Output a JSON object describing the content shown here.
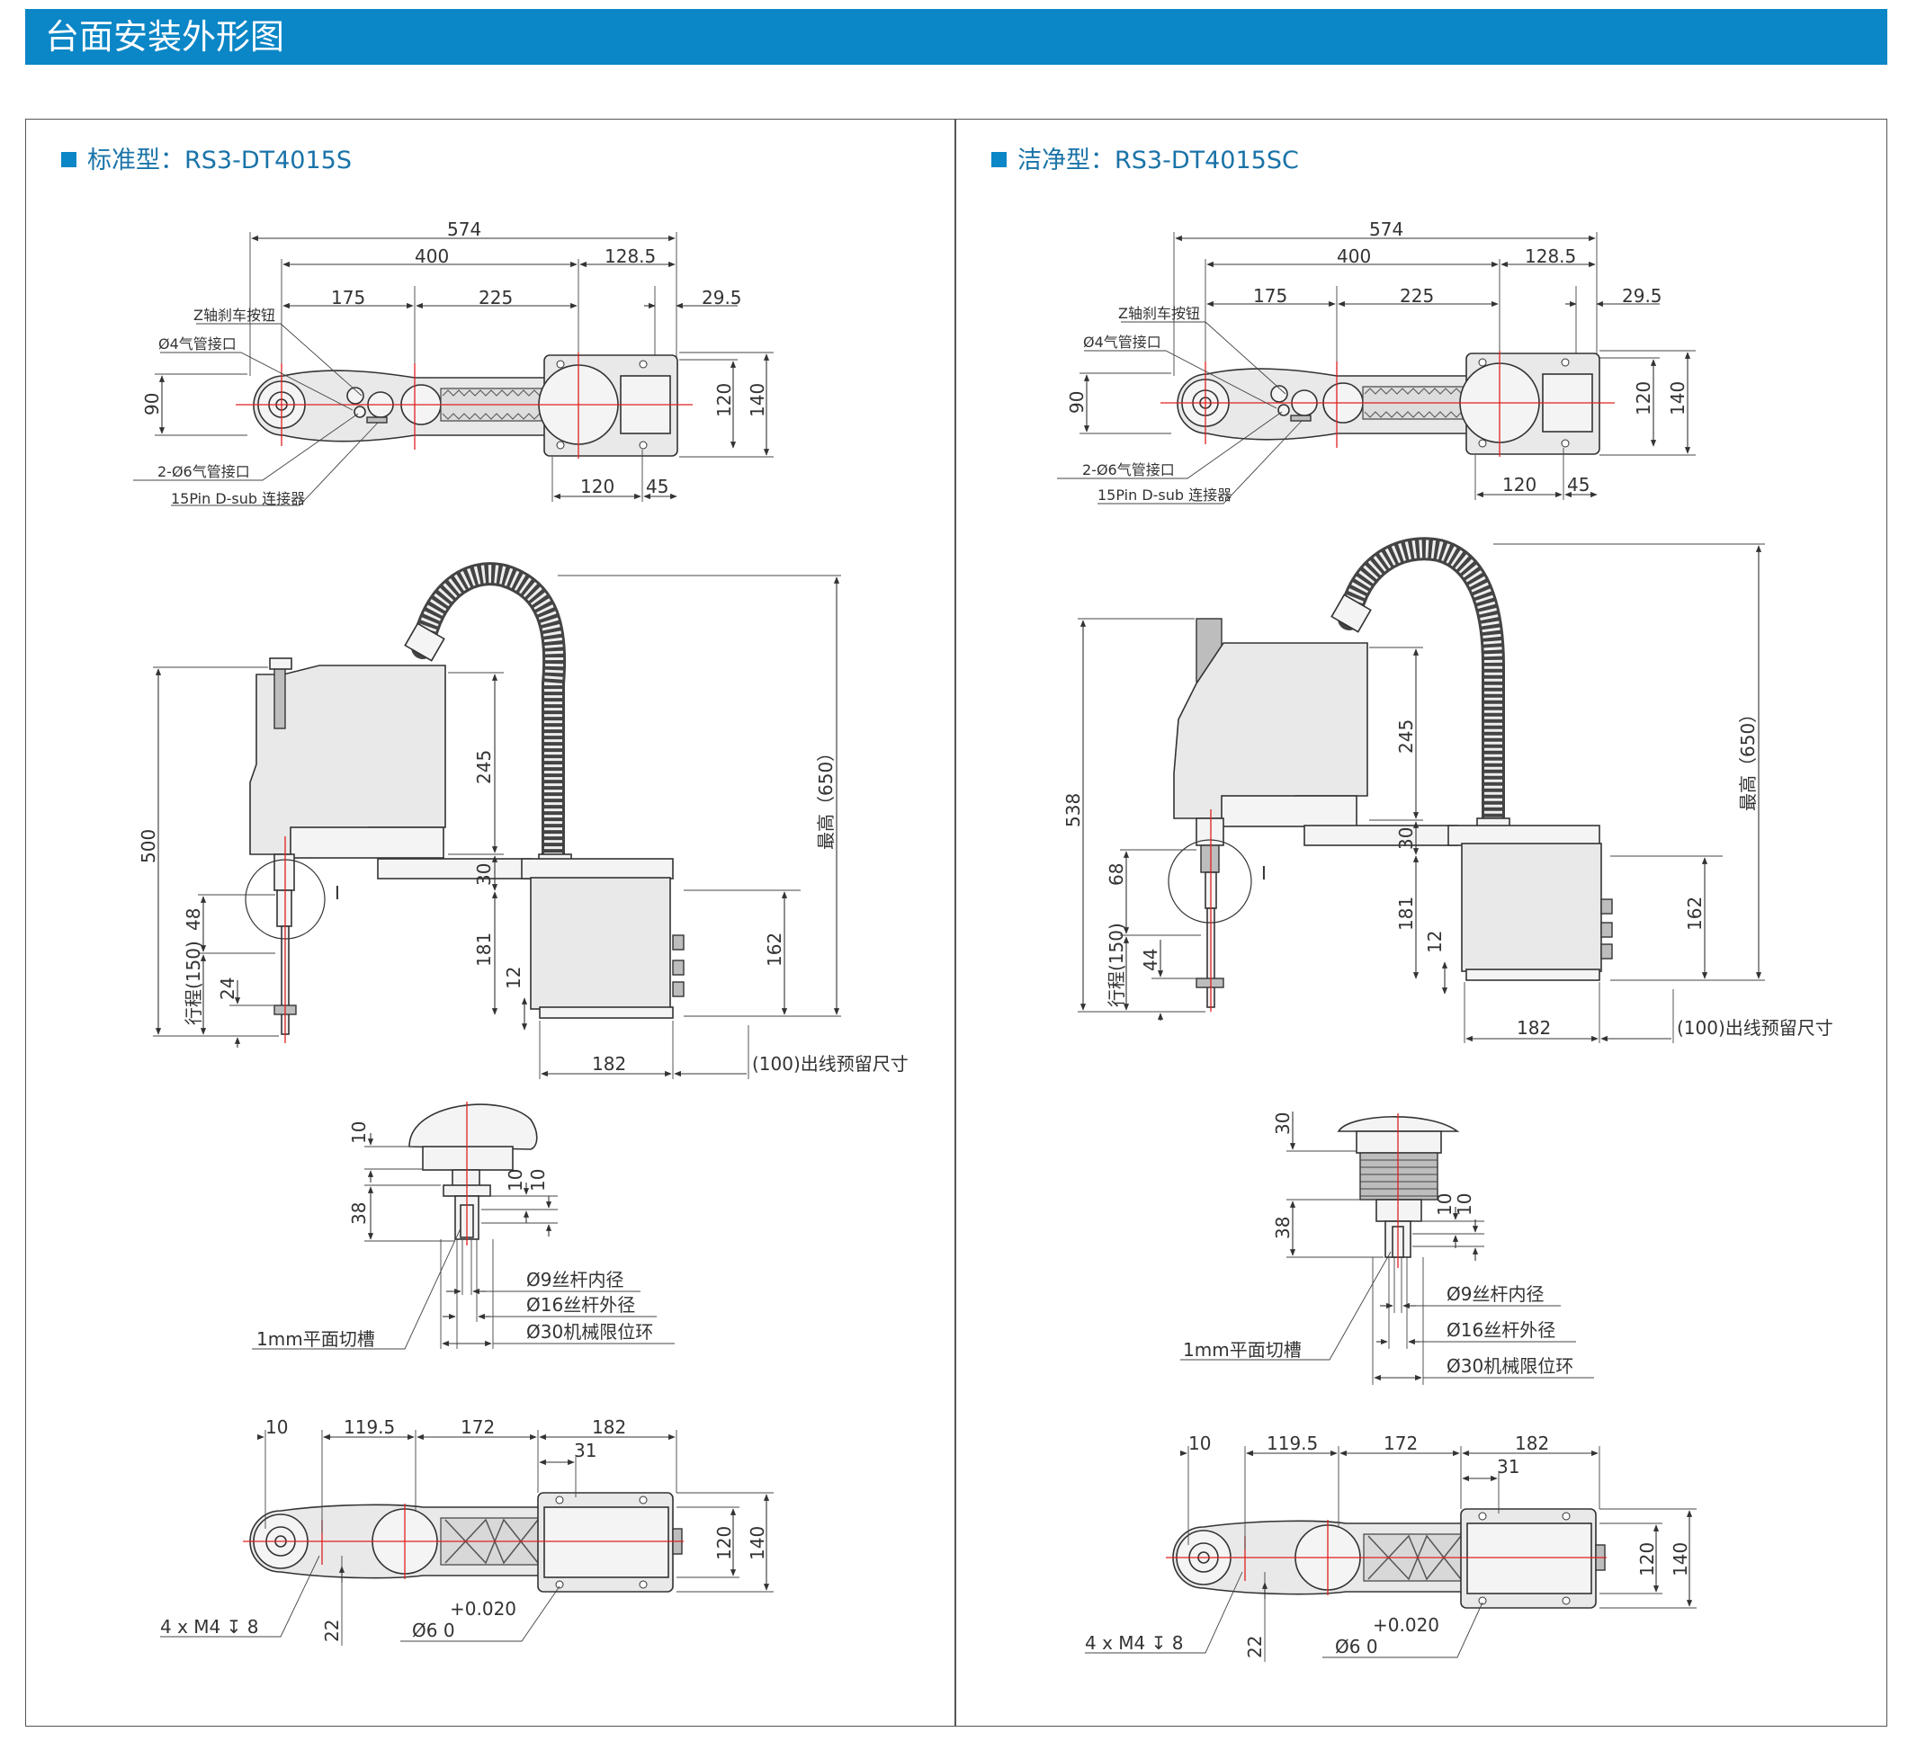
{
  "header": {
    "title": "台面安装外形图"
  },
  "colors": {
    "header_bg": "#0b86c6",
    "centerline": "#e02020"
  },
  "panels": {
    "left": {
      "title": "标准型：RS3-DT4015S",
      "top": {
        "d574": "574",
        "d400": "400",
        "d128_5": "128.5",
        "d175": "175",
        "d225": "225",
        "d29_5": "29.5",
        "d90": "90",
        "d120v": "120",
        "d140v": "140",
        "d120h": "120",
        "d45": "45",
        "z_brake": "Z轴刹车按钮",
        "air4": "Ø4气管接口",
        "air6": "2-Ø6气管接口",
        "dsub": "15Pin D-sub 连接器"
      },
      "side": {
        "d500": "500",
        "d245": "245",
        "d30": "30",
        "d181": "181",
        "d12": "12",
        "d162": "162",
        "d650": "最高（650）",
        "d48": "48",
        "d150": "行程(150)",
        "d24": "24",
        "d182": "182",
        "d100": "(100)出线预留尺寸",
        "detail_mark": "I"
      },
      "detail": {
        "d10a": "10",
        "d38": "38",
        "d10b": "10",
        "d10c": "10",
        "bore9": "Ø9丝杆内径",
        "bore16": "Ø16丝杆外径",
        "ring30": "Ø30机械限位环",
        "slot": "1mm平面切槽"
      },
      "bottom": {
        "d10": "10",
        "d119_5": "119.5",
        "d172": "172",
        "d182": "182",
        "d31": "31",
        "d120": "120",
        "d140": "140",
        "m4": "4 x M4  ↧ 8",
        "d22": "22",
        "tol_top": "+0.020",
        "tol_main": "Ø6   0"
      }
    },
    "right": {
      "title": "洁净型：RS3-DT4015SC",
      "top": {
        "d574": "574",
        "d400": "400",
        "d128_5": "128.5",
        "d175": "175",
        "d225": "225",
        "d29_5": "29.5",
        "d90": "90",
        "d120v": "120",
        "d140v": "140",
        "d120h": "120",
        "d45": "45",
        "z_brake": "Z轴刹车按钮",
        "air4": "Ø4气管接口",
        "air6": "2-Ø6气管接口",
        "dsub": "15Pin D-sub 连接器"
      },
      "side": {
        "d538": "538",
        "d245": "245",
        "d30": "30",
        "d181": "181",
        "d12": "12",
        "d162": "162",
        "d650": "最高（650）",
        "d68": "68",
        "d150": "行程(150)",
        "d44": "44",
        "d182": "182",
        "d100": "(100)出线预留尺寸",
        "detail_mark": "I"
      },
      "detail": {
        "d30": "30",
        "d38": "38",
        "d10b": "10",
        "d10c": "10",
        "bore9": "Ø9丝杆内径",
        "bore16": "Ø16丝杆外径",
        "ring30": "Ø30机械限位环",
        "slot": "1mm平面切槽"
      },
      "bottom": {
        "d10": "10",
        "d119_5": "119.5",
        "d172": "172",
        "d182": "182",
        "d31": "31",
        "d120": "120",
        "d140": "140",
        "m4": "4 x M4  ↧ 8",
        "d22": "22",
        "tol_top": "+0.020",
        "tol_main": "Ø6   0"
      }
    }
  }
}
